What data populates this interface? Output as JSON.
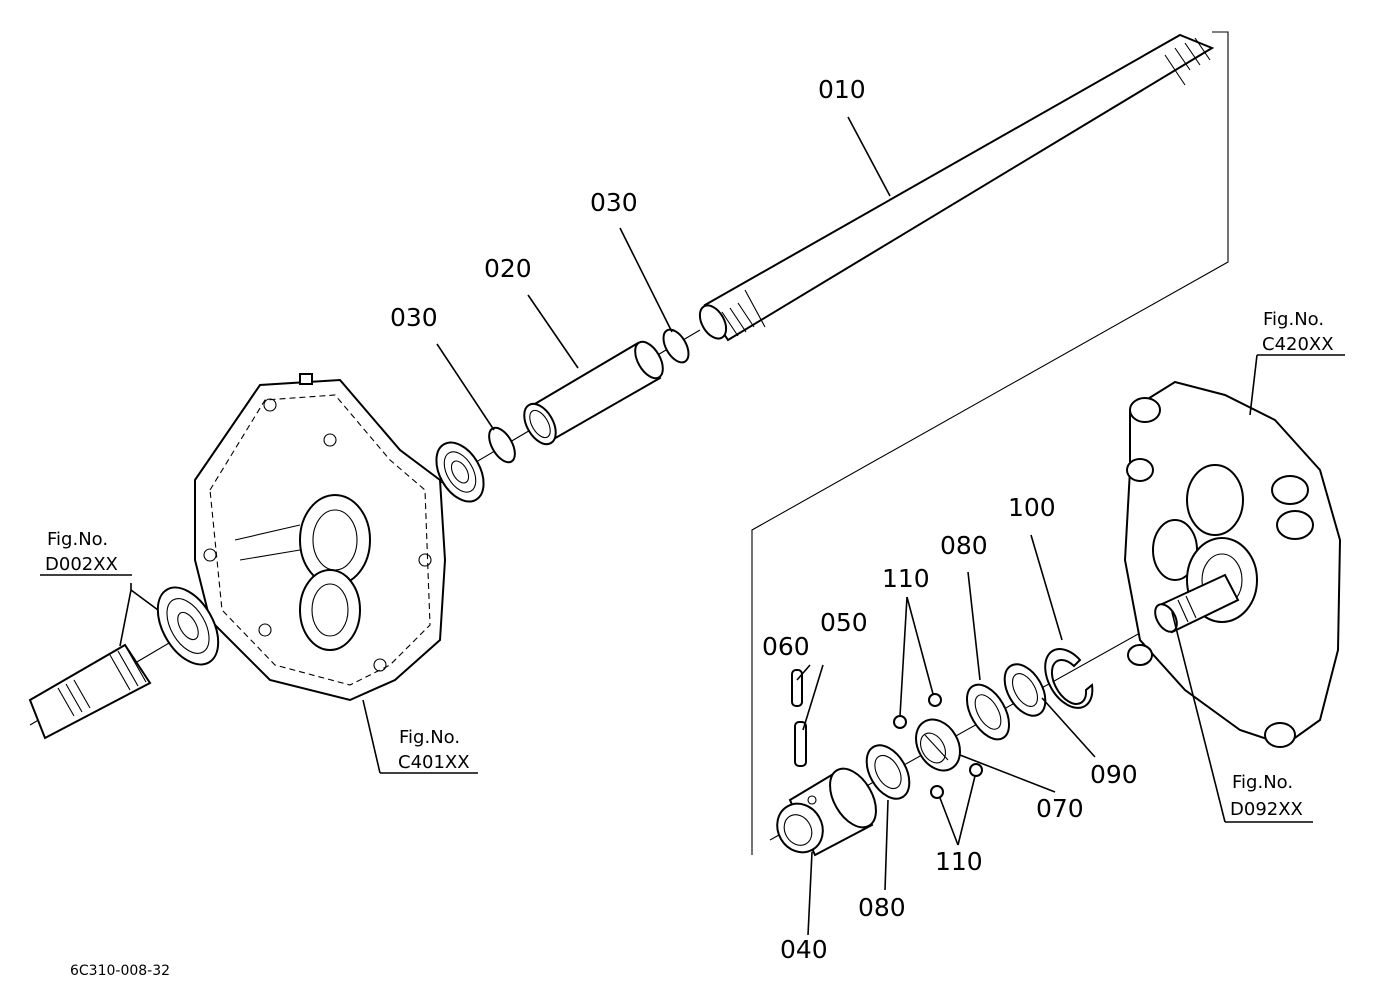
{
  "parts": {
    "p010": "010",
    "p020": "020",
    "p030_a": "030",
    "p030_b": "030",
    "p040": "040",
    "p050": "050",
    "p060": "060",
    "p070": "070",
    "p080_a": "080",
    "p080_b": "080",
    "p090": "090",
    "p100": "100",
    "p110_a": "110",
    "p110_b": "110"
  },
  "figure_refs": [
    {
      "prefix": "Fig.No.",
      "code": "D002XX"
    },
    {
      "prefix": "Fig.No.",
      "code": "C401XX"
    },
    {
      "prefix": "Fig.No.",
      "code": "C420XX"
    },
    {
      "prefix": "Fig.No.",
      "code": "D092XX"
    }
  ],
  "drawing_code": "6C310-008-32"
}
